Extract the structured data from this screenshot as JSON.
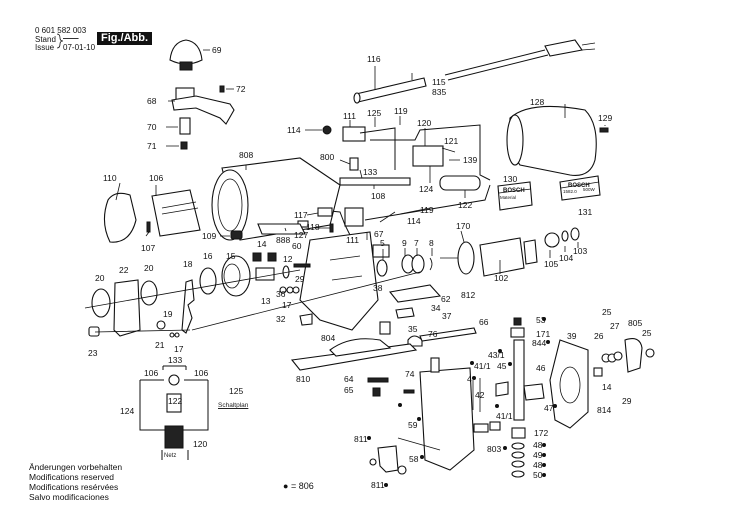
{
  "header": {
    "part_number": "0 601 582 003",
    "stand_label": "Stand",
    "issue_label": "Issue",
    "issue_date": "07-01-10",
    "figure_label": "Fig./Abb. 1"
  },
  "disclaimer": [
    "Änderungen vorbehalten",
    "Modifications reserved",
    "Modifications resérvées",
    "Salvo modificaciones"
  ],
  "legend": {
    "marker": "●",
    "text": "= 806"
  },
  "schematic": {
    "title": "Schaltplan",
    "mains_label": "Netz",
    "labels": [
      "133",
      "106",
      "106",
      "125",
      "124",
      "122",
      "120"
    ]
  },
  "nameplates": {
    "plate_130": {
      "brand": "BOSCH",
      "text": "Material"
    },
    "plate_131": {
      "brand": "BOSCH",
      "model": "1582.0",
      "power": "500W"
    }
  },
  "part_labels": {
    "p69": "69",
    "p72": "72",
    "p68": "68",
    "p70": "70",
    "p71": "71",
    "p116": "116",
    "p115": "115",
    "p835": "835",
    "p128": "128",
    "p129": "129",
    "p114a": "114",
    "p111a": "111",
    "p125": "125",
    "p119a": "119",
    "p120": "120",
    "p121": "121",
    "p139": "139",
    "p800": "800",
    "p133": "133",
    "p108": "108",
    "p124": "124",
    "p122": "122",
    "p119b": "119",
    "p114b": "114",
    "p808": "808",
    "p110": "110",
    "p106": "106",
    "p107": "107",
    "p109": "109",
    "p117": "117",
    "p118": "118",
    "p127": "127",
    "p888": "888",
    "p111b": "111",
    "p130": "130",
    "p131": "131",
    "p67": "67",
    "p5": "5",
    "p9": "9",
    "p7": "7",
    "p8": "8",
    "p170": "170",
    "p102": "102",
    "p105": "105",
    "p104": "104",
    "p103": "103",
    "p14a": "14",
    "p60": "60",
    "p15": "15",
    "p16": "16",
    "p12": "12",
    "p20a": "20",
    "p22": "22",
    "p20b": "20",
    "p18": "18",
    "p13": "13",
    "p36": "36",
    "p29a": "29",
    "p38": "38",
    "p62": "62",
    "p812": "812",
    "p19": "19",
    "p21": "21",
    "p17a": "17",
    "p17b": "17",
    "p23": "23",
    "p32": "32",
    "p804": "804",
    "p34": "34",
    "p37": "37",
    "p35": "35",
    "p76": "76",
    "p66": "66",
    "p53": "53",
    "p171": "171",
    "p844": "844",
    "p39": "39",
    "p25a": "25",
    "p27": "27",
    "p805": "805",
    "p26": "26",
    "p25b": "25",
    "p43_1": "43/1",
    "p41_1a": "41/1",
    "p45": "45",
    "p46": "46",
    "p4": "4",
    "p42": "42",
    "p47": "47",
    "p14b": "14",
    "p814": "814",
    "p29b": "29",
    "p41_1b": "41/1",
    "p810": "810",
    "p64": "64",
    "p65": "65",
    "p74": "74",
    "p59": "59",
    "p811a": "811",
    "p58": "58",
    "p811b": "811",
    "p803": "803",
    "p172": "172",
    "p48a": "48",
    "p49": "49",
    "p48b": "48",
    "p50": "50"
  }
}
